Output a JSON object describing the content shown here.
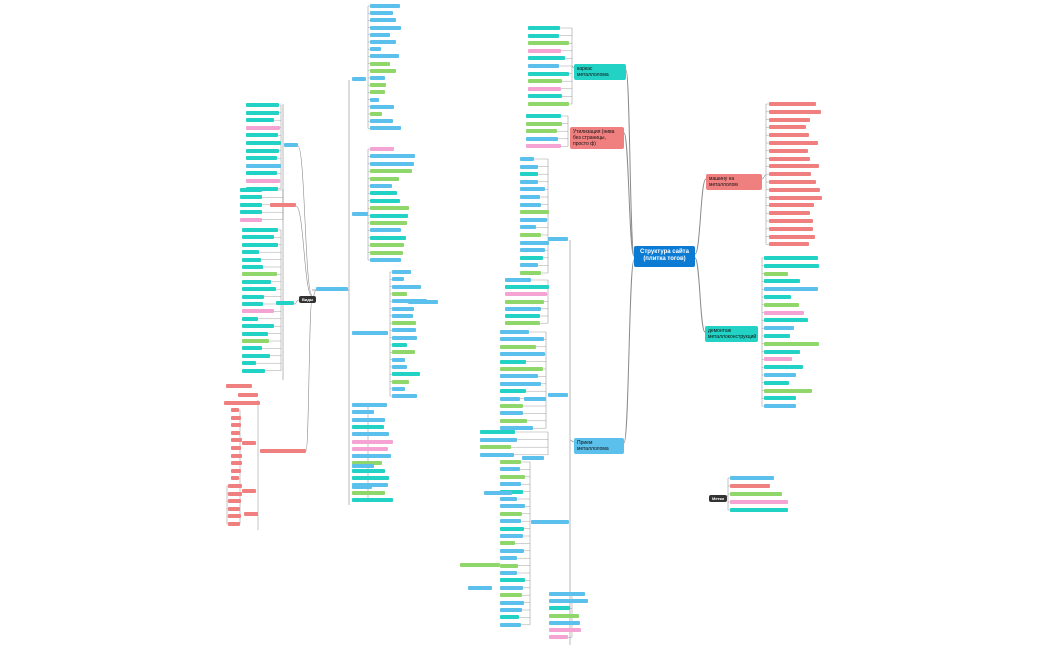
{
  "colors": {
    "root": "#0b7bd4",
    "blue": "#5bc0eb",
    "teal": "#22d3c5",
    "red": "#f08080",
    "green": "#8fd66b",
    "pink": "#f5a3d3",
    "line": "#8a8a8a"
  },
  "root_label": "Структура сайта (плитка тогов)",
  "topics": {
    "t1": "каркас металлолома",
    "t2": "Утилизация (нива без страницы, просто ф)",
    "t3": "машину на металлолом",
    "t4": "демонтаж металлоконструкций",
    "t5": "Прием металлолома"
  },
  "dark_labels": {
    "d1": "Виды",
    "d2": "Метки"
  },
  "small_label": "",
  "legend_note": ""
}
